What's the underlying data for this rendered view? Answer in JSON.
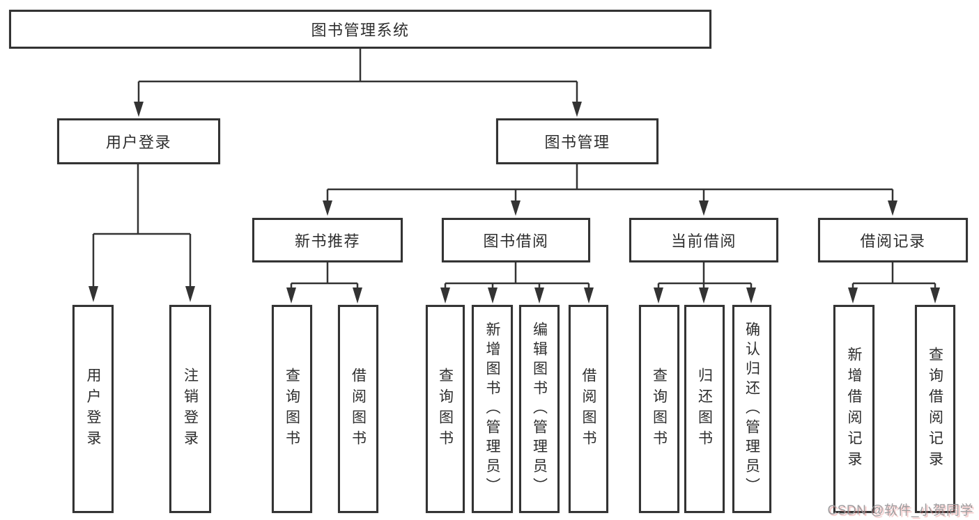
{
  "diagram": {
    "title": "图书管理系统",
    "line_color": "#333333",
    "box_border_color": "#333333",
    "background_color": "#ffffff",
    "nodes": {
      "root": "图书管理系统",
      "user_login": "用户登录",
      "book_management": "图书管理",
      "new_book_recommend": "新书推荐",
      "book_borrowing": "图书借阅",
      "current_borrowing": "当前借阅",
      "borrowing_records": "借阅记录",
      "leaf_user_login": "用户登录",
      "leaf_logout": "注销登录",
      "leaf_rec_query_book": "查询图书",
      "leaf_rec_borrow_book": "借阅图书",
      "leaf_bor_query_book": "查询图书",
      "leaf_bor_add_book": "新增图书（管理员）",
      "leaf_bor_edit_book": "编辑图书（管理员）",
      "leaf_bor_borrow_book": "借阅图书",
      "leaf_cur_query_book": "查询图书",
      "leaf_cur_return_book": "归还图书",
      "leaf_cur_confirm_return": "确认归还（管理员）",
      "leaf_add_borrow_record": "新增借阅记录",
      "leaf_query_borrow_record": "查询借阅记录"
    },
    "watermark": {
      "text": "CSDN @软件_小贺同学",
      "color": "#969698",
      "shadow_color": "#e27070"
    }
  }
}
